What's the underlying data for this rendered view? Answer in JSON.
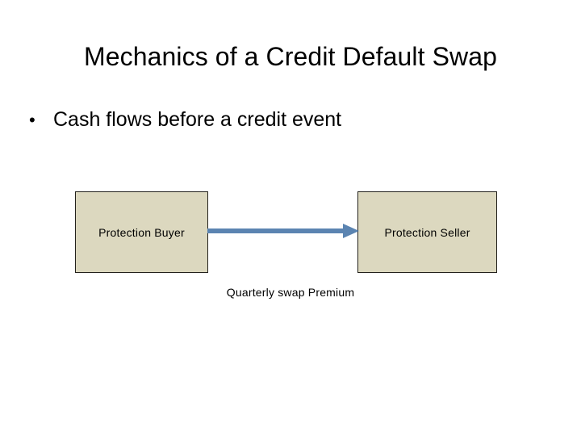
{
  "slide": {
    "title": "Mechanics of a Credit Default Swap",
    "background_color": "#ffffff",
    "bullets": [
      {
        "marker": "•",
        "text": "Cash flows before a credit event"
      }
    ],
    "diagram": {
      "box_fill_color": "#dcd8bf",
      "box_border_color": "#23211c",
      "arrow_color": "#5b84b1",
      "boxes": [
        {
          "label": "Protection Buyer"
        },
        {
          "label": "Protection Seller"
        }
      ],
      "arrow": {
        "icon": "right-arrow-icon",
        "direction": "right",
        "caption": "Quarterly swap Premium"
      }
    }
  }
}
